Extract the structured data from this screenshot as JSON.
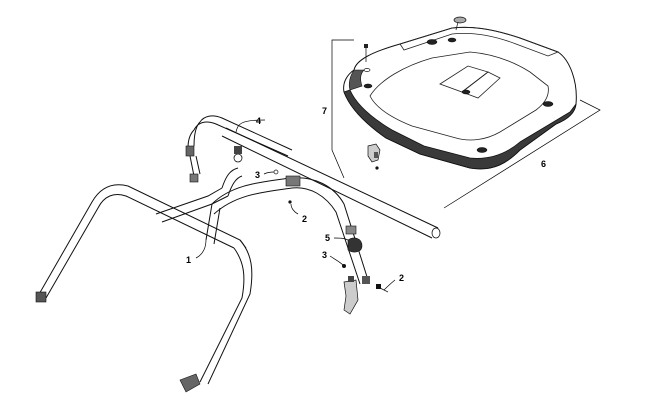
{
  "diagram": {
    "callouts": [
      {
        "id": "1",
        "text": "1",
        "part": "roll-cage-front-hoop"
      },
      {
        "id": "2a",
        "text": "2",
        "part": "screw"
      },
      {
        "id": "2b",
        "text": "2",
        "part": "screw"
      },
      {
        "id": "3a",
        "text": "3",
        "part": "nut"
      },
      {
        "id": "3b",
        "text": "3",
        "part": "nut"
      },
      {
        "id": "4",
        "text": "4",
        "part": "upper-bar"
      },
      {
        "id": "5",
        "text": "5",
        "part": "clamp"
      },
      {
        "id": "6",
        "text": "6",
        "part": "roof-panel"
      },
      {
        "id": "7",
        "text": "7",
        "part": "roof-fastener"
      }
    ]
  }
}
